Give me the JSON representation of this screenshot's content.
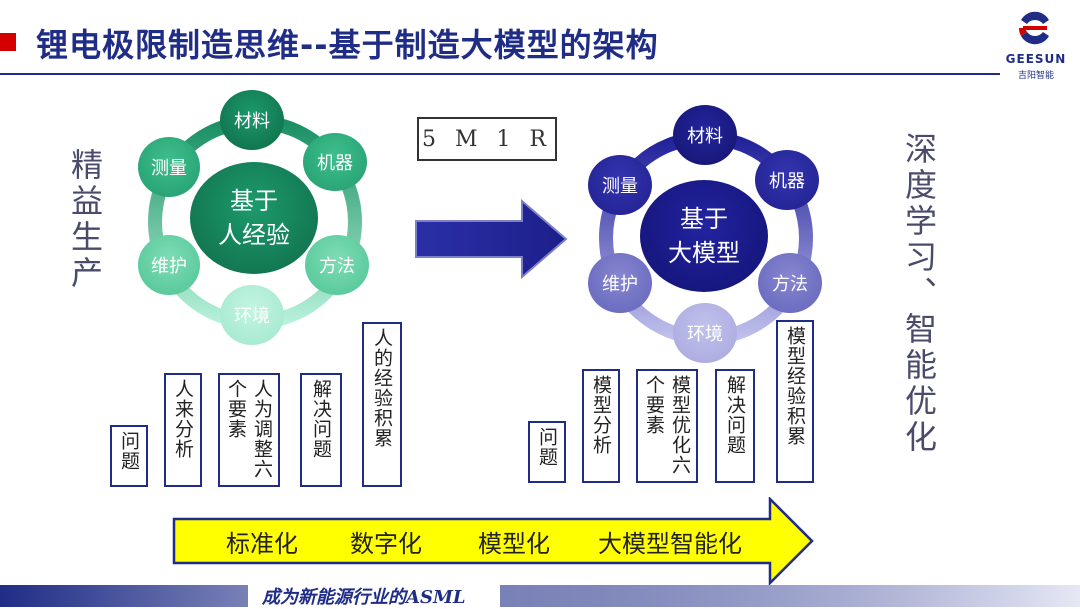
{
  "header": {
    "title": "锂电极限制造思维--基于制造大模型的架构",
    "logo_text_en": "GEESUN",
    "logo_text_cn": "吉阳智能"
  },
  "left_vertical_label": "精益生产",
  "right_vertical_label": "深度学习、智能优化",
  "center_box_label": "5 M 1 R",
  "left_cycle": {
    "center_line1": "基于",
    "center_line2": "人经验",
    "nodes": [
      "材料",
      "机器",
      "方法",
      "环境",
      "维护",
      "测量"
    ]
  },
  "right_cycle": {
    "center_line1": "基于",
    "center_line2": "大模型",
    "nodes": [
      "材料",
      "机器",
      "方法",
      "环境",
      "维护",
      "测量"
    ]
  },
  "left_steps": [
    "问题",
    "人来分析",
    "人为调整六个要素",
    "解决问题",
    "人的经验积累"
  ],
  "right_steps": [
    "问题",
    "模型分析",
    "模型优化六个要素",
    "解决问题",
    "模型经验积累"
  ],
  "arrow_labels": [
    "标准化",
    "数字化",
    "模型化",
    "大模型智能化"
  ],
  "footer_text": "成为新能源行业的ASML",
  "colors": {
    "title": "#1f2d86",
    "accent_red": "#d40000",
    "green_dark": "#127a55",
    "green_light": "#a6eed2",
    "blue_dark": "#1f1f8e",
    "blue_light": "#a8a8e0",
    "bottom_arrow": "#ffff00"
  }
}
